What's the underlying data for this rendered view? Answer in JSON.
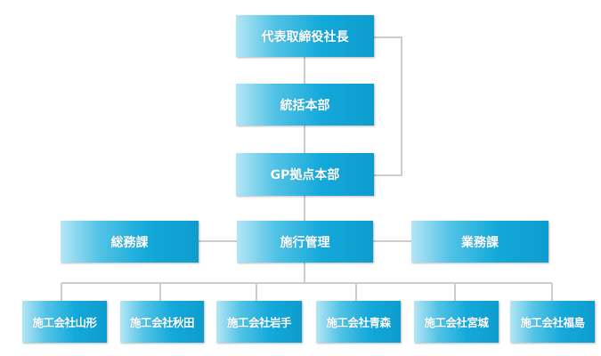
{
  "org_chart": {
    "ceo": "代表取締役社長",
    "general_hq": "統括本部",
    "gp_hq": "GP拠点本部",
    "construction_mgmt": "施行管理",
    "general_affairs": "総務課",
    "business": "業務課",
    "branches": [
      "施工会社山形",
      "施工会社秋田",
      "施工会社岩手",
      "施工会社青森",
      "施工会社宮城",
      "施工会社福島"
    ]
  },
  "colors": {
    "box_gradient": [
      "#b4e6f5",
      "#52c3e6",
      "#13a9da",
      "#0e9ccd"
    ],
    "connector": "#cdcdcd",
    "text": "#ffffff"
  }
}
